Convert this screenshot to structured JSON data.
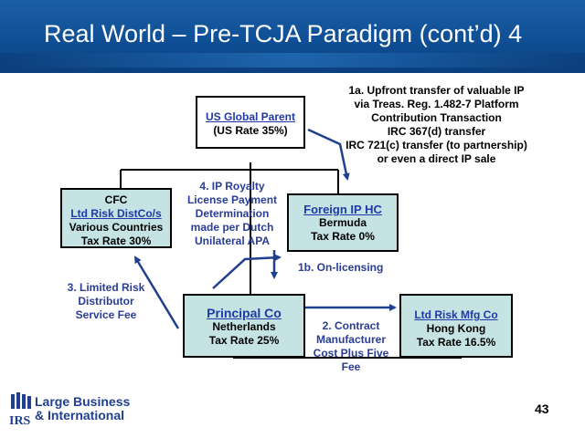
{
  "title": "Real World – Pre-TCJA Paradigm (cont’d) 4",
  "note_1a": [
    "1a.  Upfront transfer of valuable IP",
    "via Treas. Reg. 1.482-7 Platform",
    "Contribution Transaction",
    "IRC 367(d) transfer",
    "IRC 721(c) transfer (to partnership)",
    "or even a direct IP sale"
  ],
  "parent": {
    "name": "US Global Parent",
    "rate": "(US Rate 35%)"
  },
  "cfc": {
    "label": "CFC",
    "name": "Ltd Risk DistCo/s",
    "location": "Various Countries",
    "rate": "Tax Rate 30%"
  },
  "note_4": [
    "4.  IP Royalty",
    "License Payment",
    "Determination",
    "made per Dutch",
    "Unilateral APA"
  ],
  "iphc": {
    "name": "Foreign IP HC",
    "location": "Bermuda",
    "rate": "Tax Rate 0%"
  },
  "note_1b": "1b. On-licensing",
  "note_3": [
    "3.  Limited Risk",
    "Distributor",
    "Service Fee"
  ],
  "principal": {
    "name": "Principal Co",
    "location": "Netherlands",
    "rate": "Tax Rate 25%"
  },
  "note_2": [
    "2.  Contract",
    "Manufacturer",
    "Cost Plus Five",
    "Fee"
  ],
  "mfg": {
    "name": "Ltd Risk Mfg Co",
    "location": "Hong Kong",
    "rate": "Tax Rate 16.5%"
  },
  "footer": {
    "line1": "Large Business",
    "line2": "& International",
    "agency": "IRS",
    "page": "43"
  },
  "colors": {
    "header": "#1b5fa6",
    "box_fill": "#c5e3e3",
    "arrow": "#1f3f8f",
    "link": "#1f3aa8"
  }
}
